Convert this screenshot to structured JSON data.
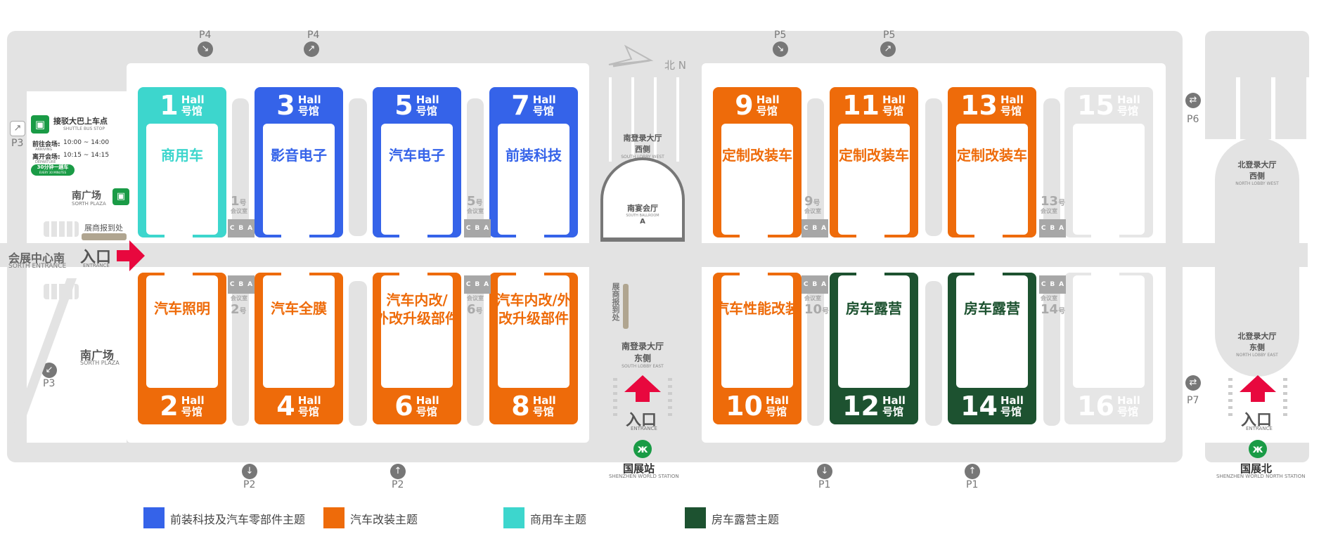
{
  "compass": {
    "label": "北 N"
  },
  "halls": [
    {
      "id": "1",
      "hall": "Hall",
      "guan": "号馆",
      "name": "商用车",
      "color": "#3dd6cd",
      "text_color": "#3dd6cd"
    },
    {
      "id": "3",
      "hall": "Hall",
      "guan": "号馆",
      "name": "影音电子",
      "color": "#3563e9",
      "text_color": "#3563e9"
    },
    {
      "id": "5",
      "hall": "Hall",
      "guan": "号馆",
      "name": "汽车电子",
      "color": "#3563e9",
      "text_color": "#3563e9"
    },
    {
      "id": "7",
      "hall": "Hall",
      "guan": "号馆",
      "name": "前装科技",
      "color": "#3563e9",
      "text_color": "#3563e9"
    },
    {
      "id": "9",
      "hall": "Hall",
      "guan": "号馆",
      "name": "定制改装车",
      "color": "#ee6b0a",
      "text_color": "#ee6b0a"
    },
    {
      "id": "11",
      "hall": "Hall",
      "guan": "号馆",
      "name": "定制改装车",
      "color": "#ee6b0a",
      "text_color": "#ee6b0a"
    },
    {
      "id": "13",
      "hall": "Hall",
      "guan": "号馆",
      "name": "定制改装车",
      "color": "#ee6b0a",
      "text_color": "#ee6b0a"
    },
    {
      "id": "15",
      "hall": "Hall",
      "guan": "号馆",
      "name": "",
      "color": "#e6e6e6",
      "text_color": "#e6e6e6"
    },
    {
      "id": "2",
      "hall": "Hall",
      "guan": "号馆",
      "name": "汽车照明",
      "color": "#ee6b0a",
      "text_color": "#ee6b0a"
    },
    {
      "id": "4",
      "hall": "Hall",
      "guan": "号馆",
      "name": "汽车全膜",
      "color": "#ee6b0a",
      "text_color": "#ee6b0a"
    },
    {
      "id": "6",
      "hall": "Hall",
      "guan": "号馆",
      "name": "汽车内改/\n外改升级部件",
      "color": "#ee6b0a",
      "text_color": "#ee6b0a"
    },
    {
      "id": "8",
      "hall": "Hall",
      "guan": "号馆",
      "name": "汽车内改/外\n改升级部件",
      "color": "#ee6b0a",
      "text_color": "#ee6b0a"
    },
    {
      "id": "10",
      "hall": "Hall",
      "guan": "号馆",
      "name": "汽车性能改装",
      "color": "#ee6b0a",
      "text_color": "#ee6b0a"
    },
    {
      "id": "12",
      "hall": "Hall",
      "guan": "号馆",
      "name": "房车露营",
      "color": "#1d5230",
      "text_color": "#1d5230"
    },
    {
      "id": "14",
      "hall": "Hall",
      "guan": "号馆",
      "name": "房车露营",
      "color": "#1d5230",
      "text_color": "#1d5230"
    },
    {
      "id": "16",
      "hall": "Hall",
      "guan": "号馆",
      "name": "",
      "color": "#e6e6e6",
      "text_color": "#e6e6e6"
    }
  ],
  "meeting_rooms": {
    "letters": [
      "C",
      "B",
      "A"
    ],
    "labels": [
      {
        "no": "1",
        "unit": "号",
        "sub": "会议室"
      },
      {
        "no": "5",
        "unit": "号",
        "sub": "会议室"
      },
      {
        "no": "9",
        "unit": "号",
        "sub": "会议室"
      },
      {
        "no": "13",
        "unit": "号",
        "sub": "会议室"
      },
      {
        "no": "2",
        "unit": "号",
        "sub": "会议室"
      },
      {
        "no": "6",
        "unit": "号",
        "sub": "会议室"
      },
      {
        "no": "10",
        "unit": "号",
        "sub": "会议室"
      },
      {
        "no": "14",
        "unit": "号",
        "sub": "会议室"
      }
    ]
  },
  "parking": {
    "top": [
      "P4",
      "P4",
      "P5",
      "P5"
    ],
    "bottom": [
      "P2",
      "P2",
      "P1",
      "P1"
    ],
    "side": [
      "P3",
      "P3",
      "P6",
      "P7"
    ]
  },
  "shuttle": {
    "title": "接驳大巴上车点",
    "title_en": "SHUTTLE BUS STOP",
    "depart_label": "前往会场:",
    "depart_en": "ARRIVING",
    "depart_time": "10:00 ~ 14:00",
    "leave_label": "离开会场:",
    "leave_en": "DEPARTURE",
    "leave_time": "10:15 ~ 14:15",
    "badge": "30分钟一趟车",
    "badge_en": "EVERY 30 MINUTES"
  },
  "south_plaza": {
    "cn": "南广场",
    "en": "SORTH PLAZA"
  },
  "exhibitor_checkin": "展商报到处",
  "south_entrance": {
    "cn": "会展中心南",
    "en": "SORTH ENTRANCE"
  },
  "entrance": {
    "cn": "入口",
    "en": "ENTRANCE"
  },
  "south_lobby_west": {
    "cn1": "南登录大厅",
    "cn2": "西侧",
    "en": "SOUTH LOBBY WEST"
  },
  "south_ballroom": {
    "cn": "南宴会厅",
    "en": "SOUTH BALLROOM",
    "letter": "A"
  },
  "vertical_checkin": "展商报到处",
  "south_lobby_east": {
    "cn1": "南登录大厅",
    "cn2": "东侧",
    "en": "SOUTH LOBBY EAST"
  },
  "north_lobby_west": {
    "cn1": "北登录大厅",
    "cn2": "西侧",
    "en": "NORTH LOBBY WEST"
  },
  "north_lobby_east": {
    "cn1": "北登录大厅",
    "cn2": "东侧",
    "en": "NORTH LOBBY EAST"
  },
  "station_south": {
    "cn": "国展站",
    "en": "SHENZHEN WORLD STATION"
  },
  "station_north": {
    "cn": "国展北",
    "en": "SHENZHEN WORLD NORTH STATION"
  },
  "legend": [
    {
      "label": "前装科技及汽车零部件主题",
      "color": "#3563e9"
    },
    {
      "label": "汽车改装主题",
      "color": "#ee6b0a"
    },
    {
      "label": "商用车主题",
      "color": "#3dd6cd"
    },
    {
      "label": "房车露营主题",
      "color": "#1d5230"
    }
  ],
  "colors": {
    "road": "#e3e3e3",
    "entrance_arrow": "#e8083e",
    "metro": "#1a9b46"
  }
}
